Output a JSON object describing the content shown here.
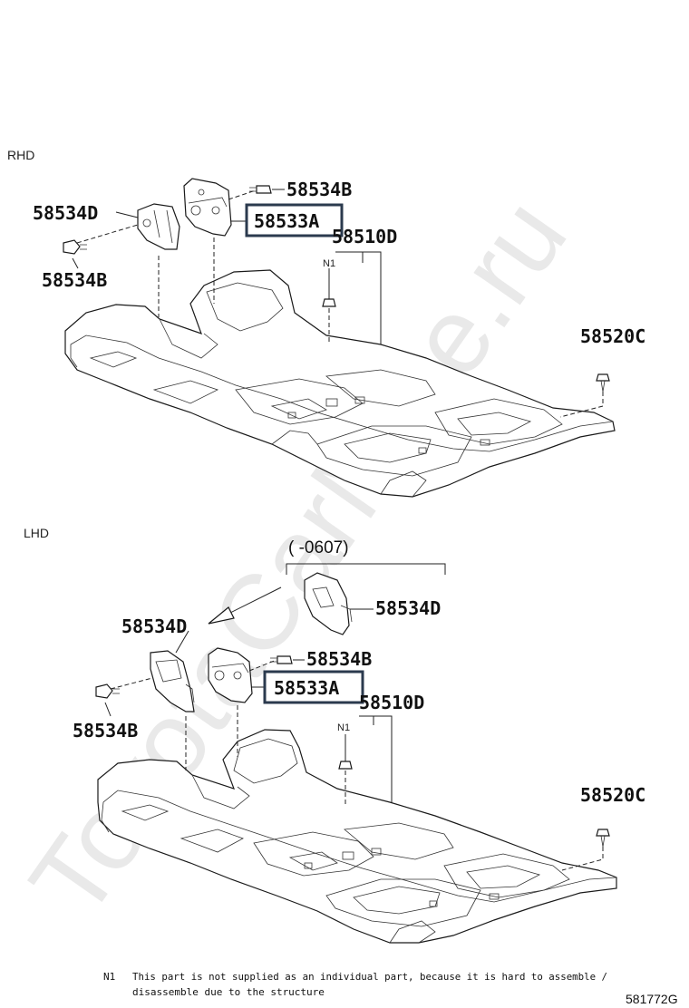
{
  "watermark": "ToyotaCarMine.ru",
  "sections": {
    "rhd": {
      "label": "RHD",
      "parts": {
        "p58534D": "58534D",
        "p58534B_top": "58534B",
        "p58534B_left": "58534B",
        "p58533A": "58533A",
        "p58510D": "58510D",
        "p58520C": "58520C",
        "n1": "N1"
      }
    },
    "lhd": {
      "label": "LHD",
      "range": "(      -0607)",
      "parts": {
        "p58534D_range": "58534D",
        "p58534D": "58534D",
        "p58534B_top": "58534B",
        "p58534B_left": "58534B",
        "p58533A": "58533A",
        "p58510D": "58510D",
        "p58520C": "58520C",
        "n1": "N1"
      }
    }
  },
  "footnote": {
    "marker": "N1",
    "line1": "This part is not supplied as an individual part, because it is hard to assemble /",
    "line2": "disassemble due to the structure"
  },
  "diagram_code": "581772G",
  "colors": {
    "highlight_box": "#2b3a4e",
    "ink": "#1a1a1a",
    "watermark": "#e9e9e9"
  }
}
